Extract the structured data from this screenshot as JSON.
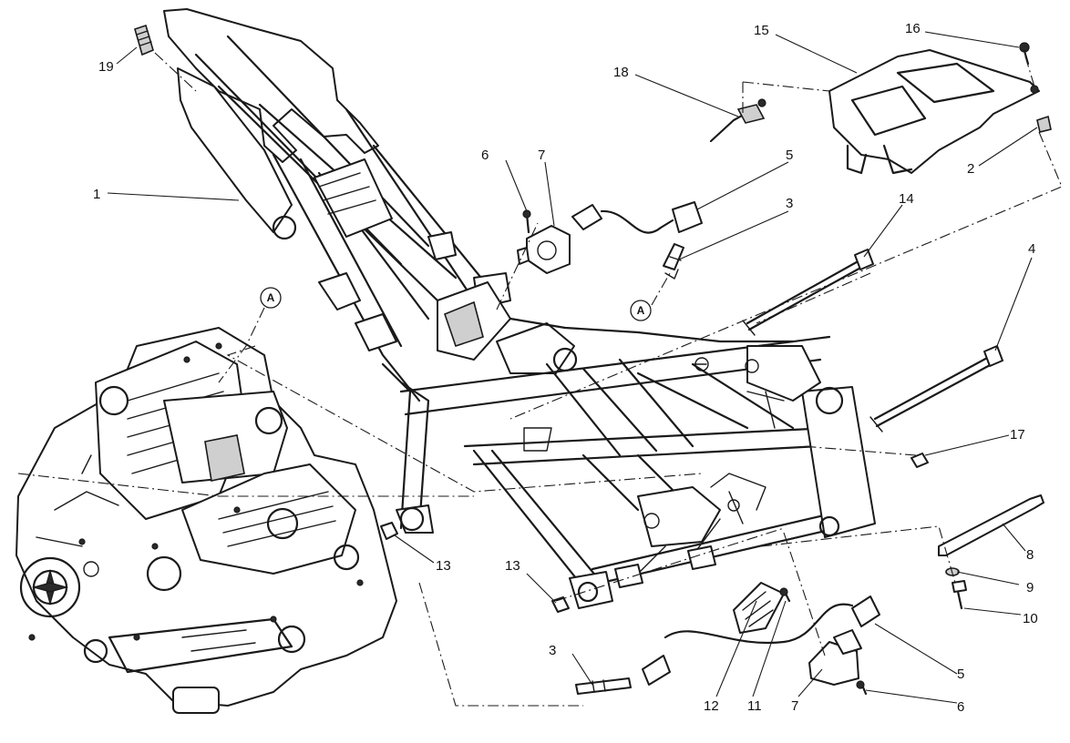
{
  "diagram": {
    "callouts": {
      "c1": "1",
      "c2": "2",
      "c3a": "3",
      "c3b": "3",
      "c4": "4",
      "c5a": "5",
      "c5b": "5",
      "c6a": "6",
      "c6b": "6",
      "c7a": "7",
      "c7b": "7",
      "c8": "8",
      "c9": "9",
      "c10": "10",
      "c11": "11",
      "c12": "12",
      "c13a": "13",
      "c13b": "13",
      "c14": "14",
      "c15": "15",
      "c16": "16",
      "c17": "17",
      "c18": "18",
      "c19": "19"
    },
    "reference_marks": {
      "engine": "A",
      "plug": "A"
    }
  }
}
